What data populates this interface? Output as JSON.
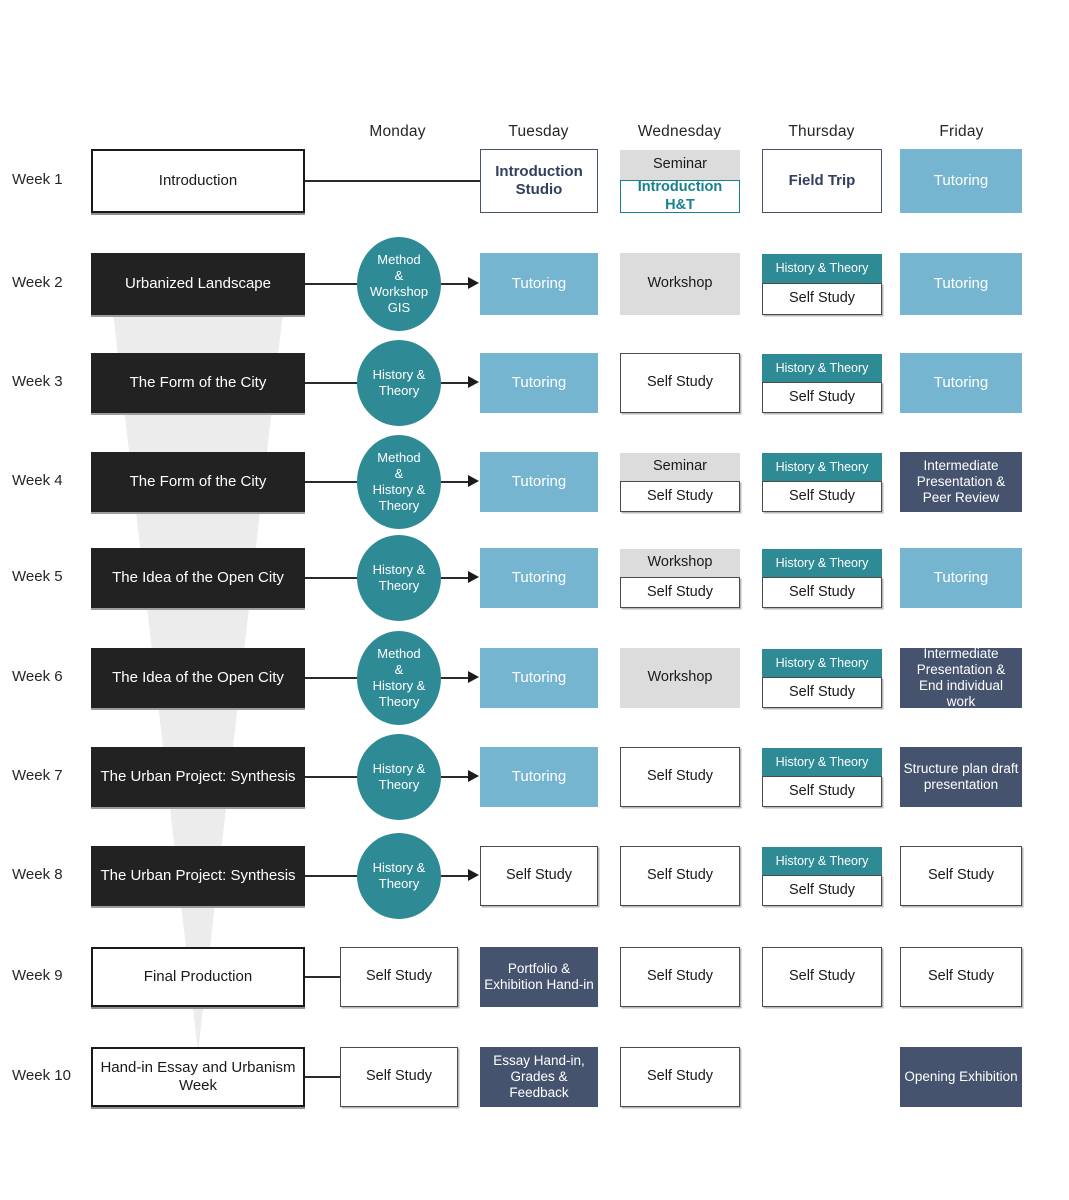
{
  "columns": {
    "headers": [
      "Monday",
      "Tuesday",
      "Wednesday",
      "Thursday",
      "Friday"
    ]
  },
  "colors": {
    "topic_dark": "#222222",
    "tutoring_blue": "#76b5d0",
    "teal": "#2e8b96",
    "navy": "#46536f",
    "gray": "#dcdcdc",
    "funnel": "#ececec"
  },
  "weeks": [
    {
      "label": "Week 1",
      "topic": "Introduction",
      "topic_style": "white",
      "monday": null,
      "tuesday": [
        {
          "text": "Introduction Studio",
          "style": "outline-navy"
        }
      ],
      "wednesday": [
        {
          "text": "Seminar",
          "style": "gray"
        },
        {
          "text": "Introduction H&T",
          "style": "outline-teal"
        }
      ],
      "thursday": [
        {
          "text": "Field Trip",
          "style": "outline-navy"
        }
      ],
      "friday": [
        {
          "text": "Tutoring",
          "style": "blue"
        }
      ]
    },
    {
      "label": "Week 2",
      "topic": "Urbanized Landscape",
      "topic_style": "dark",
      "monday": {
        "text": "Method & Workshop GIS",
        "lines": [
          "Method",
          "&",
          "Workshop",
          "GIS"
        ]
      },
      "tuesday": [
        {
          "text": "Tutoring",
          "style": "blue"
        }
      ],
      "wednesday": [
        {
          "text": "Workshop",
          "style": "gray"
        }
      ],
      "thursday": [
        {
          "text": "History & Theory",
          "style": "teal-fill"
        },
        {
          "text": "Self Study",
          "style": "white"
        }
      ],
      "friday": [
        {
          "text": "Tutoring",
          "style": "blue"
        }
      ]
    },
    {
      "label": "Week 3",
      "topic": "The Form of the City",
      "topic_style": "dark",
      "monday": {
        "text": "History & Theory",
        "lines": [
          "History &",
          "Theory"
        ]
      },
      "tuesday": [
        {
          "text": "Tutoring",
          "style": "blue"
        }
      ],
      "wednesday": [
        {
          "text": "Self Study",
          "style": "white"
        }
      ],
      "thursday": [
        {
          "text": "History & Theory",
          "style": "teal-fill"
        },
        {
          "text": "Self Study",
          "style": "white"
        }
      ],
      "friday": [
        {
          "text": "Tutoring",
          "style": "blue"
        }
      ]
    },
    {
      "label": "Week 4",
      "topic": "The Form of the City",
      "topic_style": "dark",
      "monday": {
        "text": "Method & History & Theory",
        "lines": [
          "Method",
          "&",
          "History &",
          "Theory"
        ]
      },
      "tuesday": [
        {
          "text": "Tutoring",
          "style": "blue"
        }
      ],
      "wednesday": [
        {
          "text": "Seminar",
          "style": "gray"
        },
        {
          "text": "Self Study",
          "style": "white"
        }
      ],
      "thursday": [
        {
          "text": "History & Theory",
          "style": "teal-fill"
        },
        {
          "text": "Self Study",
          "style": "white"
        }
      ],
      "friday": [
        {
          "text": "Intermediate Presentation & Peer Review",
          "style": "navy"
        }
      ]
    },
    {
      "label": "Week 5",
      "topic": "The Idea of the Open City",
      "topic_style": "dark",
      "monday": {
        "text": "History & Theory",
        "lines": [
          "History &",
          "Theory"
        ]
      },
      "tuesday": [
        {
          "text": "Tutoring",
          "style": "blue"
        }
      ],
      "wednesday": [
        {
          "text": "Workshop",
          "style": "gray"
        },
        {
          "text": "Self Study",
          "style": "white"
        }
      ],
      "thursday": [
        {
          "text": "History & Theory",
          "style": "teal-fill"
        },
        {
          "text": "Self Study",
          "style": "white"
        }
      ],
      "friday": [
        {
          "text": "Tutoring",
          "style": "blue"
        }
      ]
    },
    {
      "label": "Week 6",
      "topic": "The Idea of the Open City",
      "topic_style": "dark",
      "monday": {
        "text": "Method & History & Theory",
        "lines": [
          "Method",
          "&",
          "History &",
          "Theory"
        ]
      },
      "tuesday": [
        {
          "text": "Tutoring",
          "style": "blue"
        }
      ],
      "wednesday": [
        {
          "text": "Workshop",
          "style": "gray"
        }
      ],
      "thursday": [
        {
          "text": "History & Theory",
          "style": "teal-fill"
        },
        {
          "text": "Self Study",
          "style": "white"
        }
      ],
      "friday": [
        {
          "text": "Intermediate Presentation & End individual work",
          "style": "navy"
        }
      ]
    },
    {
      "label": "Week 7",
      "topic": "The Urban Project: Synthesis",
      "topic_style": "dark",
      "monday": {
        "text": "History & Theory",
        "lines": [
          "History &",
          "Theory"
        ]
      },
      "tuesday": [
        {
          "text": "Tutoring",
          "style": "blue"
        }
      ],
      "wednesday": [
        {
          "text": "Self Study",
          "style": "white"
        }
      ],
      "thursday": [
        {
          "text": "History & Theory",
          "style": "teal-fill"
        },
        {
          "text": "Self Study",
          "style": "white"
        }
      ],
      "friday": [
        {
          "text": "Structure plan draft presentation",
          "style": "navy"
        }
      ]
    },
    {
      "label": "Week 8",
      "topic": "The Urban Project: Synthesis",
      "topic_style": "dark",
      "monday": {
        "text": "History & Theory",
        "lines": [
          "History &",
          "Theory"
        ]
      },
      "tuesday": [
        {
          "text": "Self Study",
          "style": "white"
        }
      ],
      "wednesday": [
        {
          "text": "Self Study",
          "style": "white"
        }
      ],
      "thursday": [
        {
          "text": "History & Theory",
          "style": "teal-fill"
        },
        {
          "text": "Self Study",
          "style": "white"
        }
      ],
      "friday": [
        {
          "text": "Self Study",
          "style": "white"
        }
      ]
    },
    {
      "label": "Week 9",
      "topic": "Final Production",
      "topic_style": "white",
      "monday_box": [
        {
          "text": "Self Study",
          "style": "white"
        }
      ],
      "tuesday": [
        {
          "text": "Portfolio & Exhibition Hand-in",
          "style": "navy"
        }
      ],
      "wednesday": [
        {
          "text": "Self Study",
          "style": "white"
        }
      ],
      "thursday": [
        {
          "text": "Self Study",
          "style": "white"
        }
      ],
      "friday": [
        {
          "text": "Self Study",
          "style": "white"
        }
      ]
    },
    {
      "label": "Week 10",
      "topic": "Hand-in Essay and Urbanism Week",
      "topic_style": "white",
      "monday_box": [
        {
          "text": "Self Study",
          "style": "white"
        }
      ],
      "tuesday": [
        {
          "text": "Essay Hand-in, Grades & Feedback",
          "style": "navy"
        }
      ],
      "wednesday": [
        {
          "text": "Self Study",
          "style": "white"
        }
      ],
      "thursday": [],
      "friday": [
        {
          "text": "Opening Exhibition",
          "style": "navy"
        }
      ]
    }
  ]
}
